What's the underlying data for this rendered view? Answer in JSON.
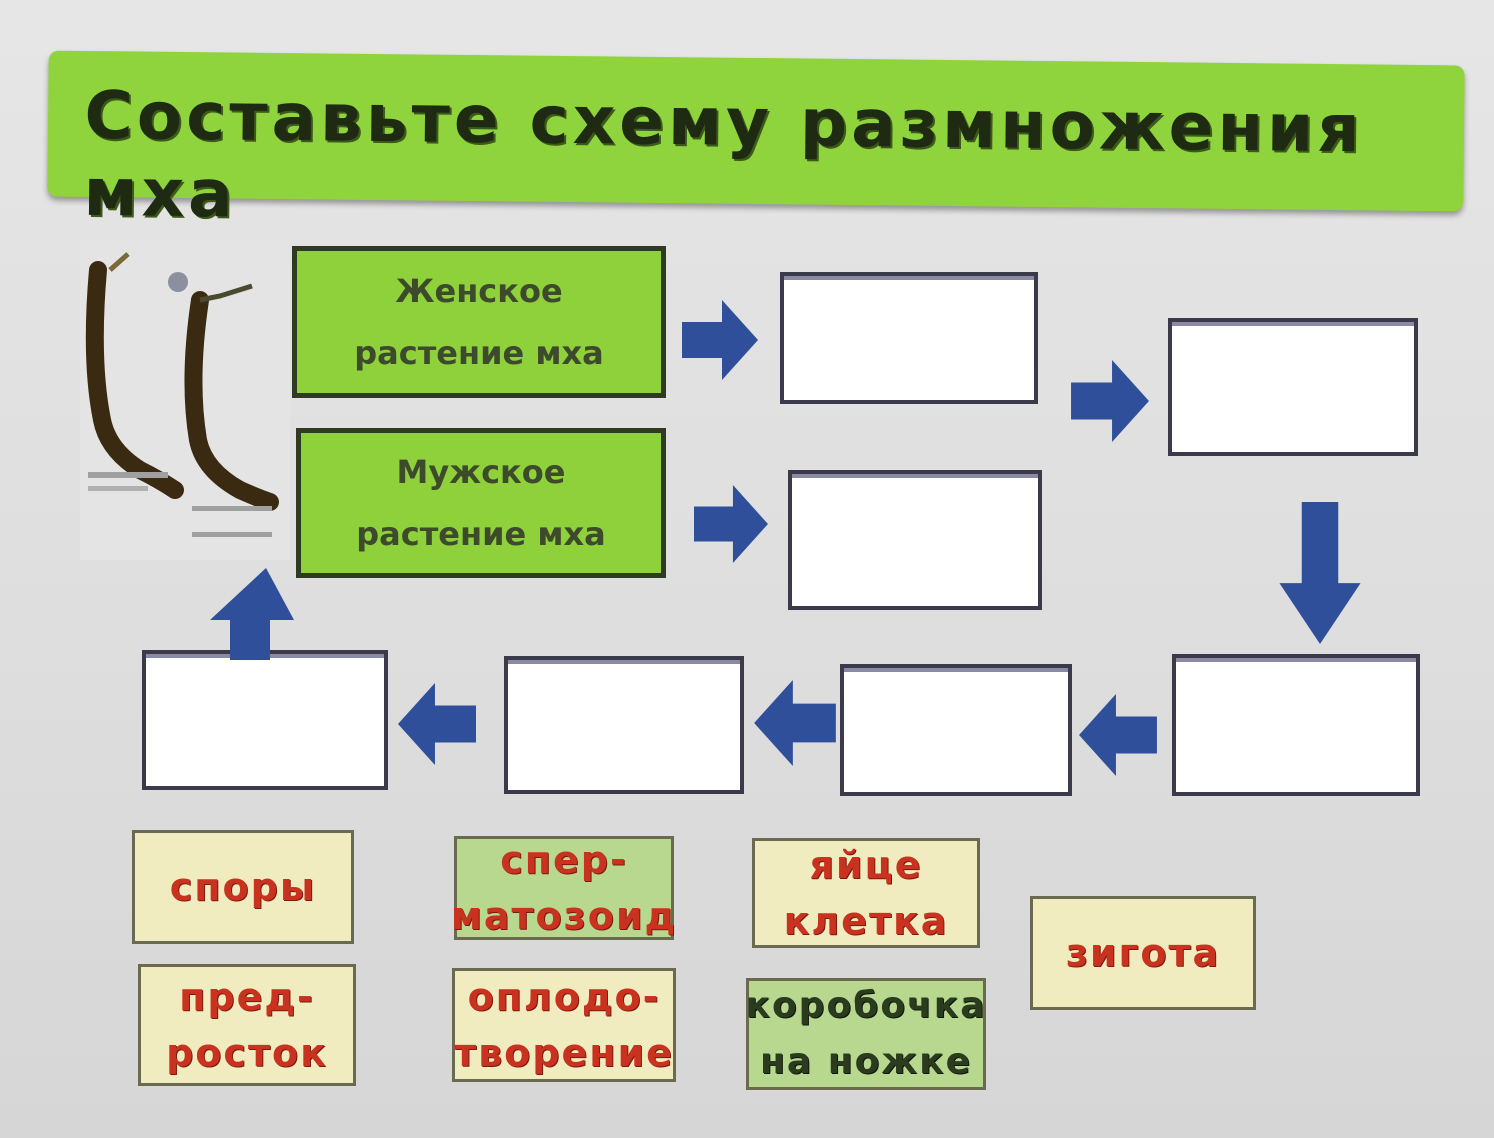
{
  "title": "Составьте схему размножения мха",
  "plants": {
    "female_box": {
      "line1": "Женское",
      "line2": "растение мха"
    },
    "male_box": {
      "line1": "Мужское",
      "line2": "растение мха"
    }
  },
  "answer_cards": [
    {
      "line1": "споры",
      "line2": ""
    },
    {
      "line1": "спер-",
      "line2": "матозоид"
    },
    {
      "line1": "яйце",
      "line2": "клетка"
    },
    {
      "line1": "зигота",
      "line2": ""
    },
    {
      "line1": "пред-",
      "line2": "росток"
    },
    {
      "line1": "оплодо-",
      "line2": "творение"
    },
    {
      "line1": "коробочка",
      "line2": "на ножке"
    }
  ],
  "colors": {
    "title_bg": "#8fd43c",
    "box_green": "#8ed13a",
    "arrow_blue": "#2f4f9a",
    "card_cream": "#f1ecc0",
    "card_green": "#b8d890",
    "card_text_red": "#c9321e"
  }
}
